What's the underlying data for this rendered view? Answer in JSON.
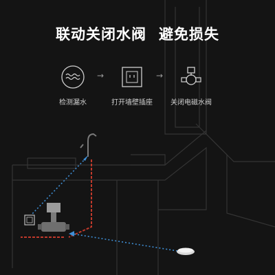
{
  "headline": {
    "part1": "联动关闭水阀",
    "part2": "避免损失"
  },
  "steps": [
    {
      "label": "检测漏水",
      "icon": "water-leak-icon"
    },
    {
      "label": "打开墙壁插座",
      "icon": "wall-socket-icon"
    },
    {
      "label": "关闭电磁水阀",
      "icon": "solenoid-valve-icon"
    }
  ],
  "arrow_glyph": "→",
  "colors": {
    "background": "#141414",
    "outline": "#3a3a3a",
    "red_path": "#c0392b",
    "blue_path": "#3f8fd6",
    "text": "#ffffff",
    "label": "#cfcfcf"
  }
}
